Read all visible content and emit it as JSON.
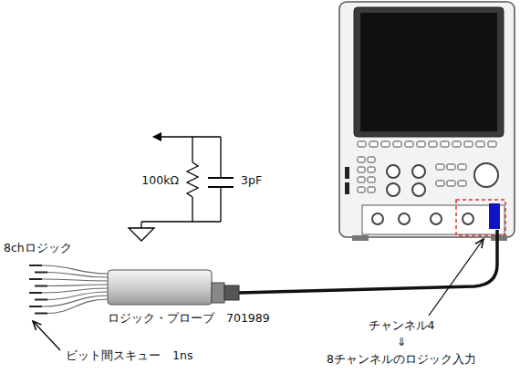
{
  "diagram": {
    "labels": [
      "100kΩ",
      "3pF",
      "8chロジック",
      "ロジック・プローブ　701989",
      "ビット間スキュー　1ns",
      "チャンネル4",
      "⇓",
      "8チャンネルのロジック入力"
    ]
  }
}
